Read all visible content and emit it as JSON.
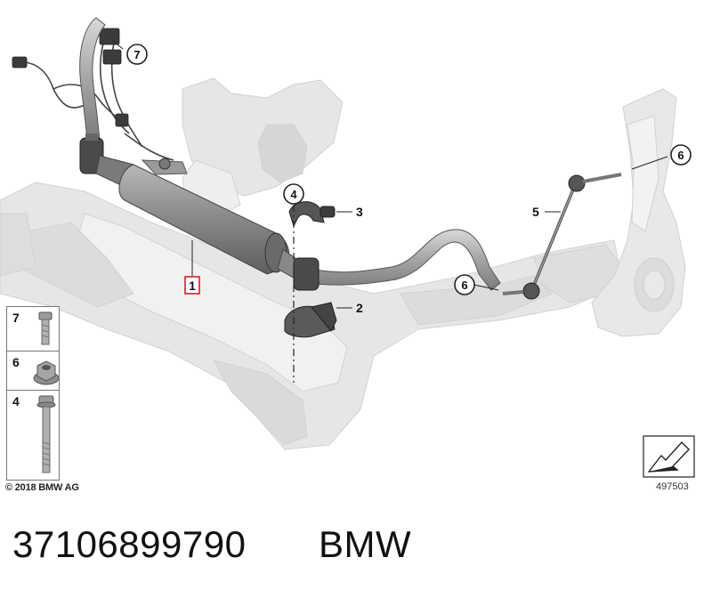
{
  "callouts": {
    "c7": "7",
    "c6_right": "6",
    "c5": "5",
    "c4": "4",
    "c3": "3",
    "c2": "2",
    "c6_link": "6",
    "c1": "1"
  },
  "legend": {
    "items": [
      {
        "num": "7",
        "icon": "bolt-short-icon"
      },
      {
        "num": "6",
        "icon": "collar-nut-icon"
      },
      {
        "num": "4",
        "icon": "bolt-long-icon"
      }
    ]
  },
  "copyright": "© 2018 BMW AG",
  "diagram_id": "497503",
  "footer": {
    "part_number": "37106899790",
    "brand": "BMW"
  },
  "colors": {
    "accent_red": "#d42020",
    "ghost_gray": "#e4e4e4",
    "part_gray": "#8a8a8a"
  }
}
